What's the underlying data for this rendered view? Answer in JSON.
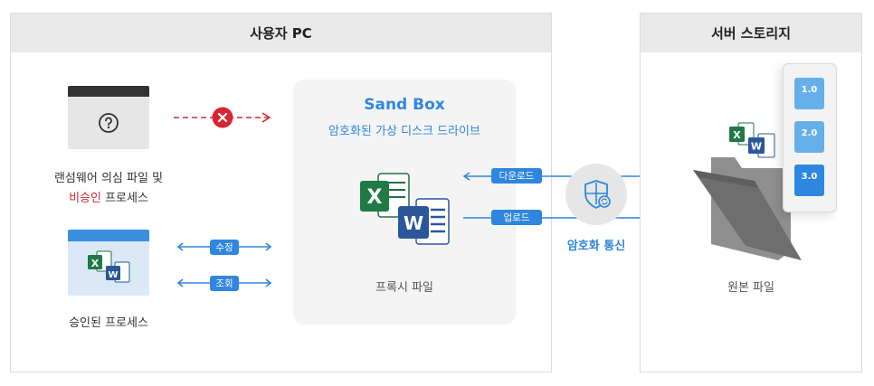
{
  "user_pc": {
    "title": "사용자 PC",
    "suspicious": {
      "line1": "랜섬웨어 의심 파일 및",
      "line2_red": "비승인",
      "line2_rest": " 프로세스"
    },
    "approved": {
      "label": "승인된 프로세스"
    },
    "actions": {
      "modify": "수정",
      "view": "조회"
    },
    "sandbox": {
      "title": "Sand Box",
      "subtitle": "암호화된 가상 디스크 드라이브",
      "file_label": "프록시 파일"
    }
  },
  "transfer": {
    "download": "다운로드",
    "upload": "업로드",
    "channel": "암호화 통신"
  },
  "server": {
    "title": "서버 스토리지",
    "file_label": "원본 파일",
    "versions": [
      "1.0",
      "2.0",
      "3.0"
    ]
  },
  "colors": {
    "accent": "#2f86de",
    "danger": "#d72632",
    "panel_header": "#e9e9ea"
  }
}
